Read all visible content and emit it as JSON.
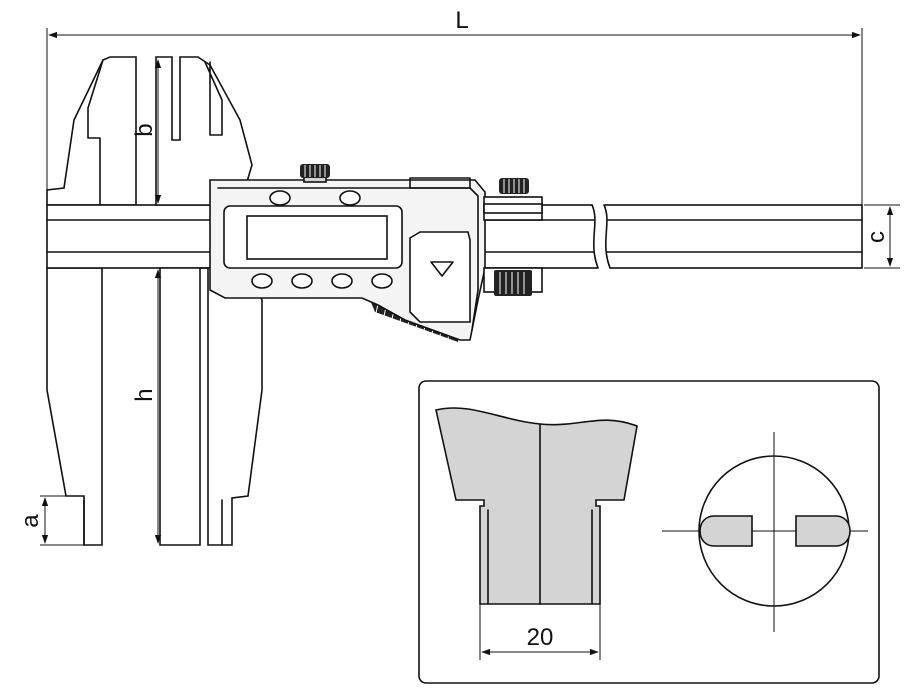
{
  "dimensions": {
    "overall_length": "L",
    "upper_jaw_depth": "b",
    "beam_thickness": "c",
    "lower_jaw_depth": "h",
    "jaw_tip_height": "a",
    "jaw_width": "20"
  },
  "display": {
    "button_icon": "triangle-down-icon"
  },
  "colors": {
    "line": "#111111",
    "body": "#f4f4f4",
    "jaw_section": "#d4d4d4",
    "background": "#ffffff"
  }
}
